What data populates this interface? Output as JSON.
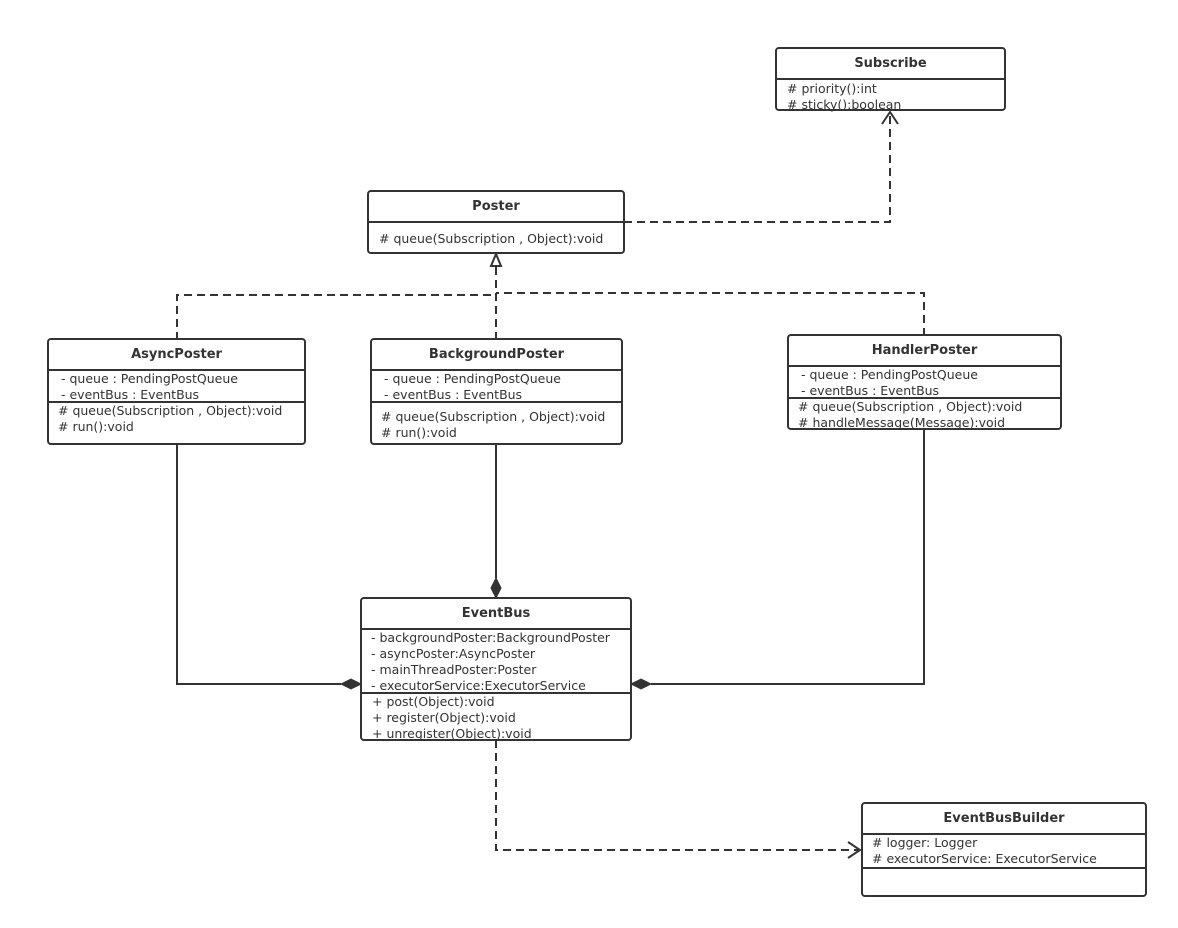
{
  "classes": {
    "subscribe": {
      "name": "Subscribe",
      "attributes": [],
      "operations": [
        "# priority():int",
        "# sticky():boolean"
      ]
    },
    "poster": {
      "name": "Poster",
      "attributes": [],
      "operations": [
        "# queue(Subscription , Object):void"
      ]
    },
    "async_poster": {
      "name": "AsyncPoster",
      "attributes": [
        " - queue : PendingPostQueue",
        " - eventBus : EventBus"
      ],
      "operations": [
        "# queue(Subscription , Object):void",
        "# run():void"
      ]
    },
    "background_poster": {
      "name": "BackgroundPoster",
      "attributes": [
        " - queue : PendingPostQueue",
        " - eventBus : EventBus"
      ],
      "operations": [
        "# queue(Subscription , Object):void",
        "# run():void"
      ]
    },
    "handler_poster": {
      "name": "HandlerPoster",
      "attributes": [
        " - queue : PendingPostQueue",
        " - eventBus : EventBus"
      ],
      "operations": [
        "# queue(Subscription , Object):void",
        "# handleMessage(Message):void"
      ]
    },
    "event_bus": {
      "name": "EventBus",
      "attributes": [
        "- backgroundPoster:BackgroundPoster",
        "- asyncPoster:AsyncPoster",
        "- mainThreadPoster:Poster",
        "- executorService:ExecutorService"
      ],
      "operations": [
        "+ post(Object):void",
        "+ register(Object):void",
        "+ unregister(Object):void"
      ]
    },
    "event_bus_builder": {
      "name": "EventBusBuilder",
      "attributes": [
        "# logger: Logger",
        "# executorService: ExecutorService"
      ],
      "operations": []
    }
  },
  "style": {
    "line_color": "#333333",
    "background": "#ffffff"
  }
}
